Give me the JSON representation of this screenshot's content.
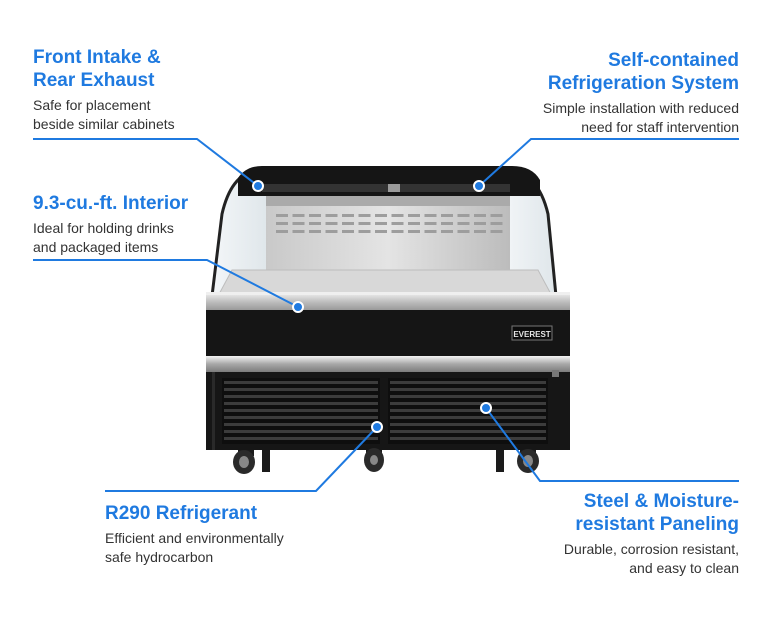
{
  "callouts": {
    "front_intake": {
      "title_lines": [
        "Front Intake &",
        "Rear Exhaust"
      ],
      "desc_lines": [
        "Safe for placement",
        "beside similar cabinets"
      ]
    },
    "self_contained": {
      "title_lines": [
        "Self-contained",
        "Refrigeration System"
      ],
      "desc_lines": [
        "Simple installation with reduced",
        "need for staff intervention"
      ]
    },
    "interior": {
      "title_lines": [
        "9.3-cu.-ft. Interior"
      ],
      "desc_lines": [
        "Ideal for holding drinks",
        "and packaged items"
      ]
    },
    "refrigerant": {
      "title_lines": [
        "R290 Refrigerant"
      ],
      "desc_lines": [
        "Efficient and environmentally",
        "safe hydrocarbon"
      ]
    },
    "paneling": {
      "title_lines": [
        "Steel & Moisture-",
        "resistant Paneling"
      ],
      "desc_lines": [
        "Durable, corrosion resistant,",
        "and easy to clean"
      ]
    }
  },
  "product": {
    "brand_logo_text": "EVEREST"
  },
  "colors": {
    "accent": "#1f7ae0",
    "text": "#333333",
    "cabinet": "#111111",
    "steel": "#c8c8c8"
  }
}
